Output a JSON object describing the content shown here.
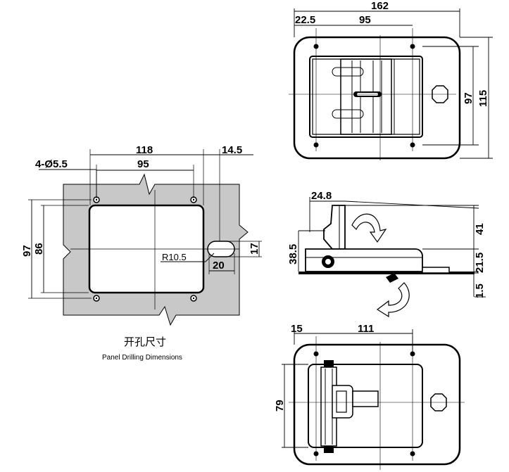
{
  "panel_drilling": {
    "caption_cn": "开孔尺寸",
    "caption_en": "Panel Drilling Dimensions",
    "dim_118": "118",
    "dim_14_5": "14.5",
    "dim_holes": "4-Ø5.5",
    "dim_95": "95",
    "dim_97": "97",
    "dim_86": "86",
    "dim_17": "17",
    "dim_r10_5": "R10.5",
    "dim_20": "20"
  },
  "top_view": {
    "dim_162": "162",
    "dim_22_5": "22.5",
    "dim_95": "95",
    "dim_97": "97",
    "dim_115": "115"
  },
  "side_view": {
    "dim_24_8": "24.8",
    "dim_41": "41",
    "dim_38_5": "38.5",
    "dim_21_5": "21.5",
    "dim_1_5": "1.5"
  },
  "back_view": {
    "dim_15": "15",
    "dim_111": "111",
    "dim_79": "79"
  },
  "colors": {
    "panel_fill": "#c8c8c8",
    "line": "#000000"
  }
}
